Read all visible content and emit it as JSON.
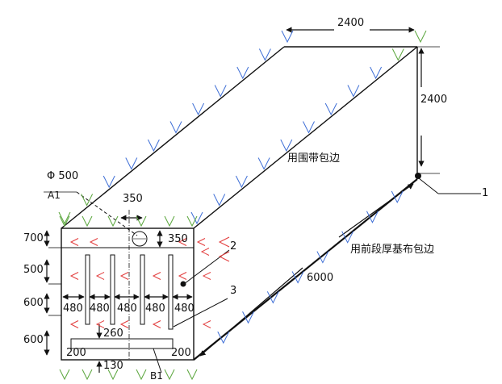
{
  "dims": {
    "top_length": "2400",
    "right_height": "2400",
    "side_length": "6000",
    "phi": "Φ 500",
    "d350_h": "350",
    "d350_v": "350",
    "h700": "700",
    "h500": "500",
    "h600a": "600",
    "h600b": "600",
    "w480": [
      "480",
      "480",
      "480",
      "480",
      "480"
    ],
    "d260": "260",
    "w200l": "200",
    "w200r": "200",
    "d130": "130"
  },
  "labels": {
    "a1": "A1",
    "b1": "B1",
    "callout1": "1",
    "callout2": "2",
    "callout3": "3",
    "wrap_tape": "用围带包边",
    "wrap_cloth": "用前段厚基布包边"
  },
  "colors": {
    "line": "#111111",
    "green_marks": "#5aa53c",
    "blue_marks": "#3f6fd6",
    "red_marks": "#e23a3a"
  }
}
